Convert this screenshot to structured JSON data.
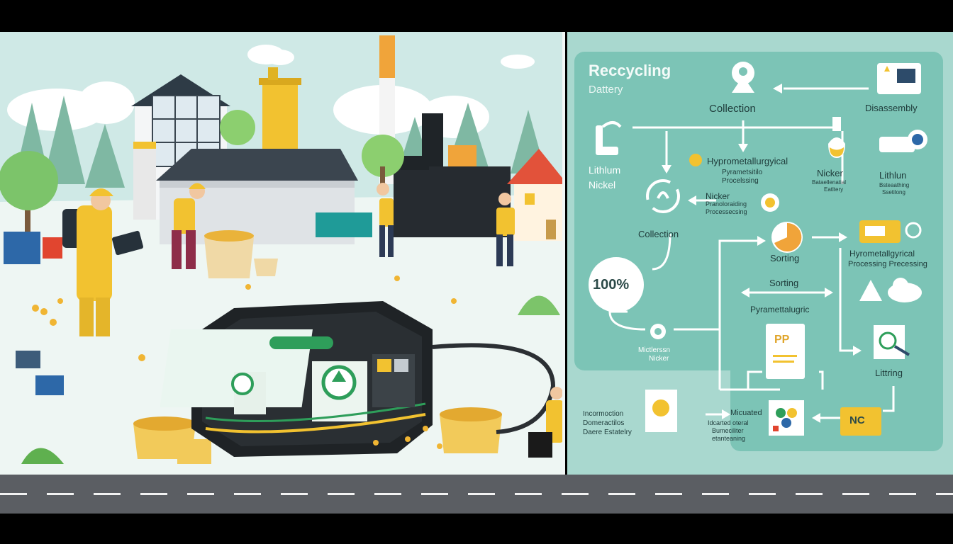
{
  "title_line1": "Reccycling",
  "title_line2": "Dattery",
  "top_flow": {
    "collection": "Collection",
    "disassembly": "Disassembly"
  },
  "left_col": {
    "lithium": "Lithlum",
    "nickel": "Nickel",
    "collection2": "Collection",
    "percent": "100%",
    "mixed_line1": "Mictlerssn",
    "mixed_line2": "Nicker"
  },
  "center": {
    "hydro": "Hyprometallurgyical",
    "pyro_line1": "Pyrametsitilo",
    "pyro_line2": "Procelssing",
    "nicker_left_line1": "Nicker",
    "nicker_left_line2": "Pranoloraiding",
    "nicker_left_line3": "Processecsing",
    "sorting": "Sorting",
    "sorting2": "Sorting",
    "pyro2": "Pyramettalugric",
    "doc_label": "PP"
  },
  "right_col": {
    "nicker_line1": "Nicker",
    "nicker_line2": "Bataellenatial",
    "nicker_line3": "Eatltery",
    "lithium_line1": "Lithlun",
    "lithium_line2": "Bsteaathing",
    "lithium_line3": "Ssetilong",
    "hydro2_line1": "Hyrometallgyrical",
    "hydro2_line2": "Processing Precessing",
    "littring": "Littring",
    "nc_badge": "NC"
  },
  "bottom": {
    "left_line1": "Incormoction",
    "left_line2": "Domeractilos",
    "left_line3": "Daere Estatelry",
    "mid_line1": "Micuated",
    "mid_line2": "Idcarted oteral",
    "mid_line3": "Bumeciliter",
    "mid_line4": "etanteaning"
  },
  "colors": {
    "panel_bg": "#a9d8cf",
    "card": "#7cc4b6",
    "accent_yellow": "#f2c230",
    "battery_green": "#2e9e5a"
  },
  "icons": {
    "collection": "recycle-station-icon",
    "disassembly": "monitor-icon",
    "lithium": "crane-icon",
    "nickel": "flask-icon",
    "sorting": "pie-chart-icon",
    "document": "document-icon"
  }
}
